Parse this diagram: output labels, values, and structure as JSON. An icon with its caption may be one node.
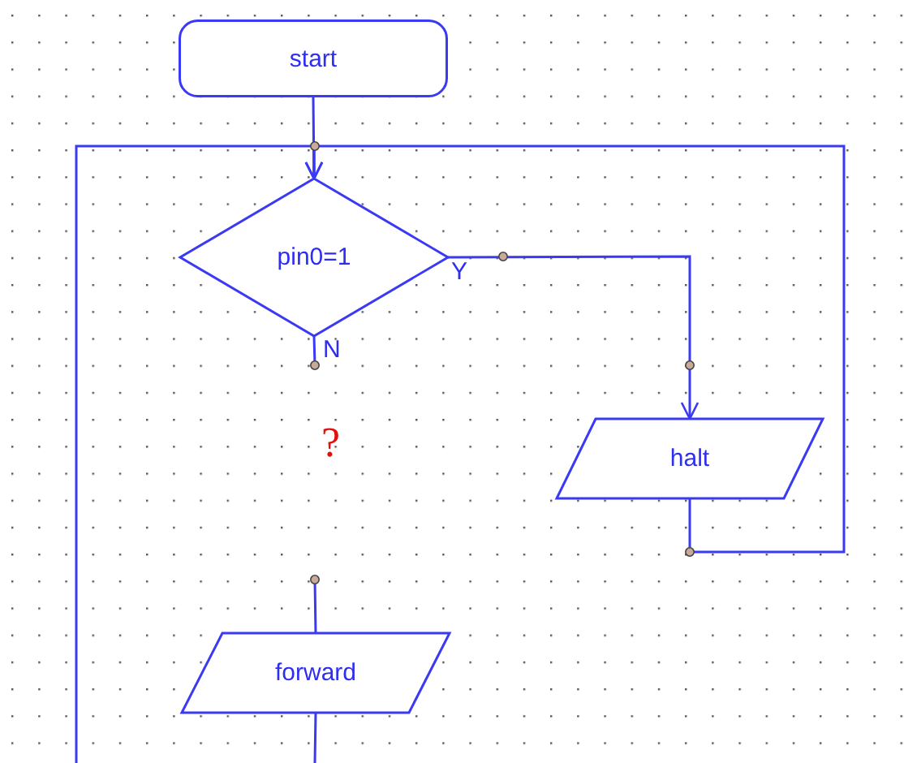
{
  "diagram": {
    "nodes": [
      {
        "text": [
          "start"
        ]
      },
      {
        "text": [
          "pin0=1"
        ]
      },
      {
        "text": [
          "halt"
        ]
      },
      {
        "text": [
          "forward"
        ]
      }
    ],
    "edges": [
      {
        "from": 0,
        "to": 1,
        "arrow": "to"
      },
      {
        "from": 1,
        "to": 2,
        "arrow": "to",
        "label": "Y"
      },
      {
        "from": 2,
        "to": 1,
        "arrow": "to"
      },
      {
        "from": null,
        "to": 1,
        "arrow": "to"
      },
      {
        "from": 1,
        "to": null,
        "arrow": "none",
        "label": "N"
      },
      {
        "from": null,
        "to": 3,
        "arrow": "none"
      },
      {
        "from": 3,
        "to": null,
        "arrow": "none"
      }
    ],
    "labels": [
      "?"
    ]
  }
}
